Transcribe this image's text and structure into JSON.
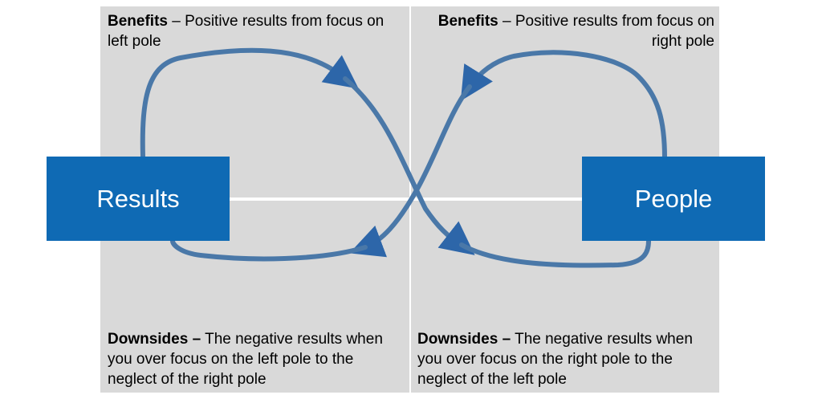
{
  "quadrants": {
    "top_left": {
      "bold": "Benefits",
      "text": " – Positive results from focus on left pole"
    },
    "top_right": {
      "bold": "Benefits",
      "text": " – Positive results from focus on right pole"
    },
    "bottom_left": {
      "bold": "Downsides –",
      "text": " The negative results when you over focus on the left pole to the neglect of the right pole"
    },
    "bottom_right": {
      "bold": "Downsides –",
      "text": " The negative results when you over focus on the right pole to the neglect of the left pole"
    }
  },
  "poles": {
    "left": "Results",
    "right": "People"
  },
  "colors": {
    "quadrant_fill": "#d9d9d9",
    "pole_fill": "#0f6ab4",
    "loop_stroke": "#4a78a8",
    "divider": "#ffffff"
  }
}
